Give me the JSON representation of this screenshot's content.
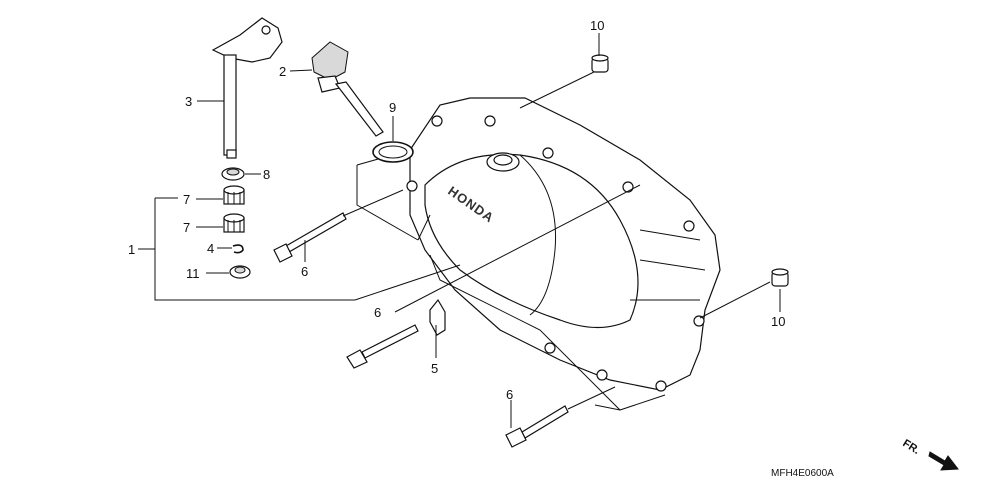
{
  "callouts": [
    {
      "id": "1",
      "text": "1"
    },
    {
      "id": "2",
      "text": "2"
    },
    {
      "id": "3",
      "text": "3"
    },
    {
      "id": "4",
      "text": "4"
    },
    {
      "id": "5",
      "text": "5"
    },
    {
      "id": "6a",
      "text": "6"
    },
    {
      "id": "6b",
      "text": "6"
    },
    {
      "id": "6c",
      "text": "6"
    },
    {
      "id": "7a",
      "text": "7"
    },
    {
      "id": "7b",
      "text": "7"
    },
    {
      "id": "8",
      "text": "8"
    },
    {
      "id": "9",
      "text": "9"
    },
    {
      "id": "10a",
      "text": "10"
    },
    {
      "id": "10b",
      "text": "10"
    },
    {
      "id": "11",
      "text": "11"
    }
  ],
  "cover_brand": "HONDA",
  "direction_label": "FR.",
  "diagram_code": "MFH4E0600A"
}
